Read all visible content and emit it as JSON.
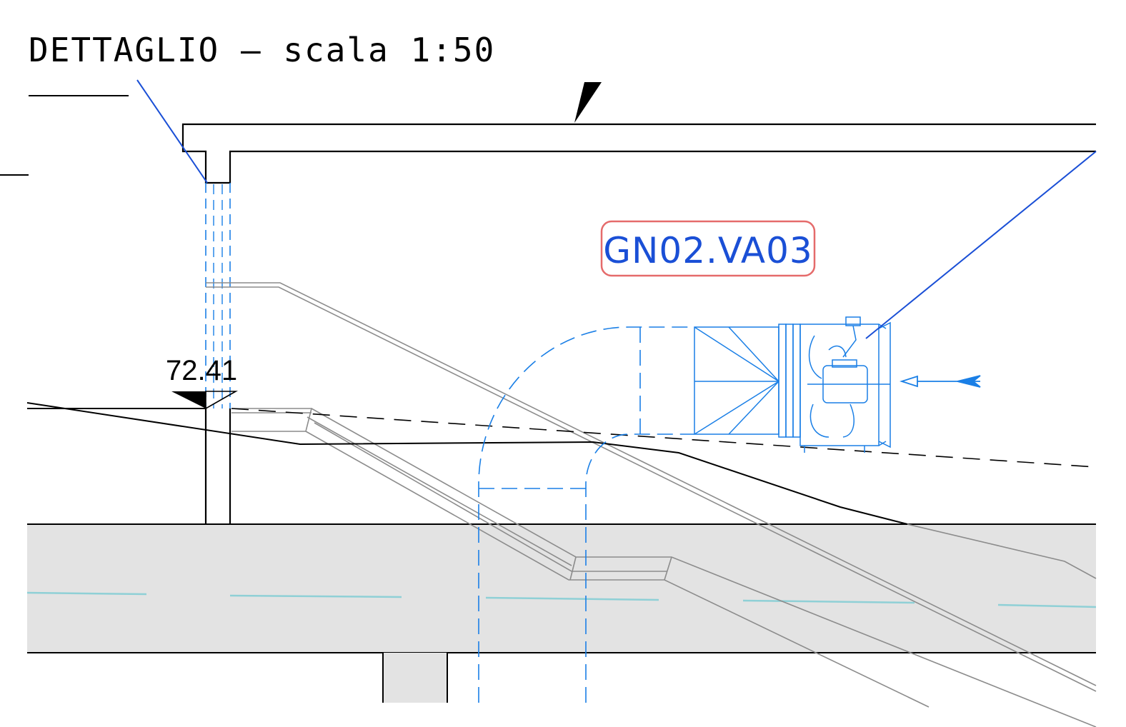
{
  "drawing": {
    "title": "DETTAGLIO – scala 1:50",
    "elevation_label": "72.41",
    "equipment_tag": "GN02.VA03",
    "icons": [
      "section-cut-triangle-icon",
      "elevation-marker-icon",
      "fan-unit-icon",
      "airflow-arrow-icon"
    ]
  },
  "colors": {
    "structure": "#000000",
    "blue_elements": "#1a7fe6",
    "leader_line": "#1a4fd6",
    "tag_border": "#e56b6b",
    "slab_fill": "#e3e3e3",
    "stair_line": "#8c8c8c",
    "water_line": "#8fd0d6"
  }
}
